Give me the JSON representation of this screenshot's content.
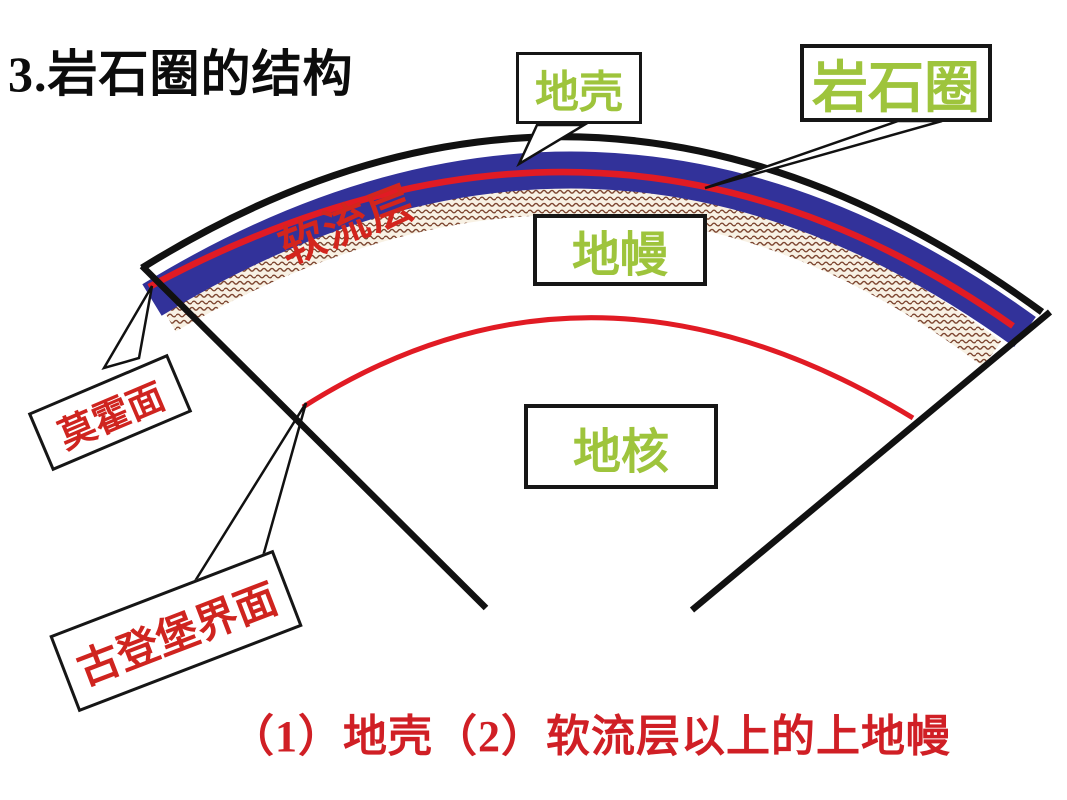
{
  "slide": {
    "title": "3.岩石圈的结构",
    "bottom_note": "（1）地壳（2）软流层以上的上地幔"
  },
  "diagram": {
    "labels": {
      "crust": "地壳",
      "lithosphere": "岩石圈",
      "mantle": "地幔",
      "core": "地核",
      "moho": "莫霍面",
      "gutenberg": "古登堡界面",
      "asthenosphere": "软流层"
    },
    "colors": {
      "crust_band_blue": "#32329a",
      "boundary_red": "#e11b24",
      "outline_black": "#111111",
      "label_green": "#9ec43c",
      "label_red": "#cf241f",
      "stipple_brown": "#7d4631",
      "stipple_background": "#f8f1e4"
    }
  }
}
